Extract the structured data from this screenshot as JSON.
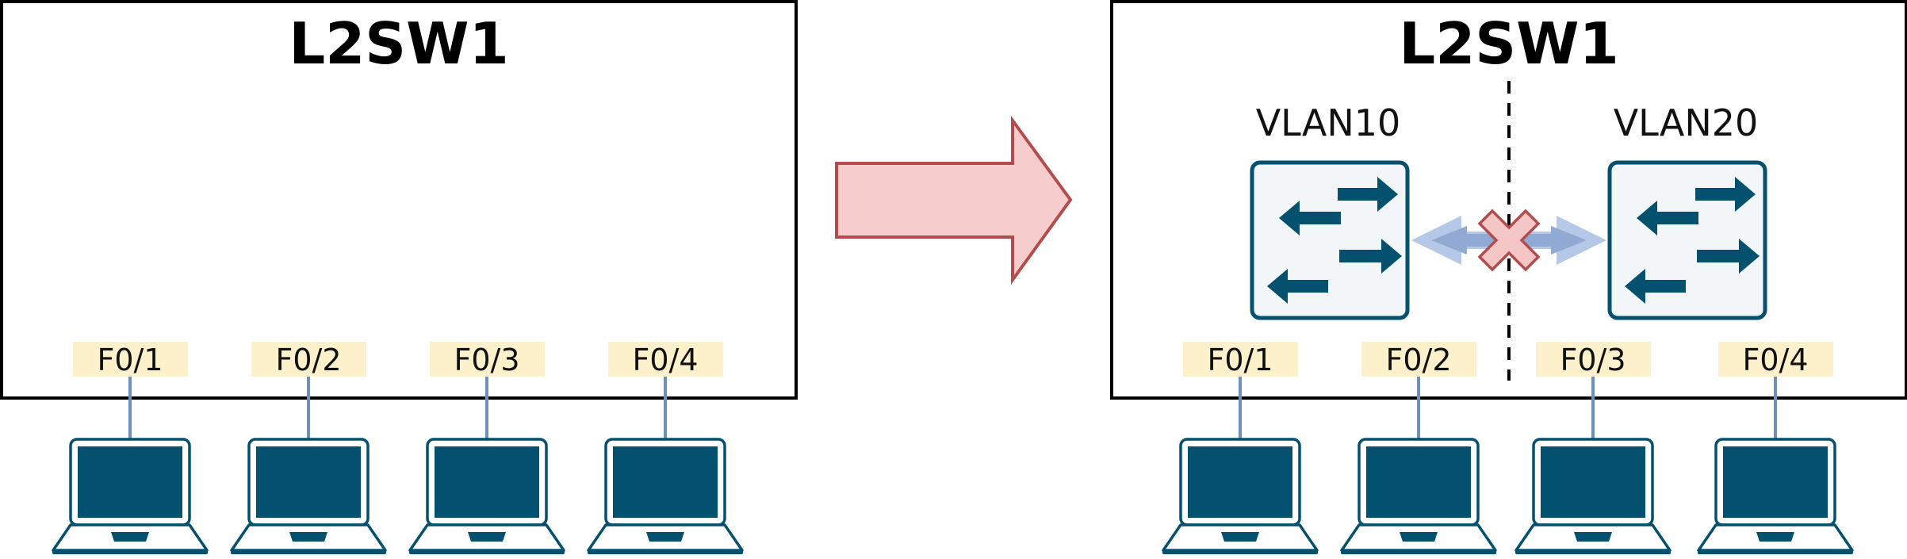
{
  "left_switch": {
    "title": "L2SW1",
    "ports": [
      "F0/1",
      "F0/2",
      "F0/3",
      "F0/4"
    ]
  },
  "right_switch": {
    "title": "L2SW1",
    "vlans": [
      "VLAN10",
      "VLAN20"
    ],
    "ports": [
      "F0/1",
      "F0/2",
      "F0/3",
      "F0/4"
    ]
  },
  "icons": {
    "transition": "arrow-right-icon",
    "vlan_switch": "switch-icon",
    "host": "laptop-icon",
    "blocked": "cross-icon"
  },
  "colors": {
    "frame": "#000000",
    "port_bg": "#fdf1cc",
    "link": "#6f8fbf",
    "device": "#03506f",
    "switch_bg": "#f3f6f8",
    "arrow_fill": "#f7cccc",
    "arrow_stroke": "#b34d4d",
    "comm_arrow": "#8aa6d3",
    "cross_fill": "#f4c6c6",
    "cross_stroke": "#b34d4d"
  }
}
